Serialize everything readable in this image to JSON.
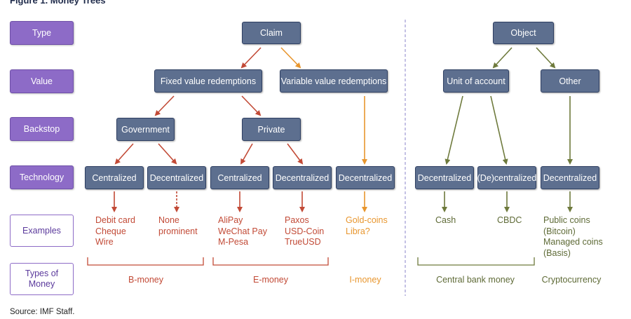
{
  "title": "Figure 1. Money Trees",
  "source": "Source: IMF Staff.",
  "row_labels": {
    "type": "Type",
    "value": "Value",
    "backstop": "Backstop",
    "technology": "Technology",
    "examples": "Examples",
    "types_of_money": "Types of\nMoney"
  },
  "nodes": {
    "claim": "Claim",
    "object": "Object",
    "fixed_value": "Fixed value redemptions",
    "variable_value": "Variable value redemptions",
    "unit_of_account": "Unit of account",
    "other": "Other",
    "government": "Government",
    "private": "Private",
    "tech_gov_centralized": "Centralized",
    "tech_gov_decentralized": "Decentralized",
    "tech_priv_centralized": "Centralized",
    "tech_priv_decentralized": "Decentralized",
    "tech_var_decentralized": "Decentralized",
    "tech_uoa_decentralized": "Decentralized",
    "tech_uoa_decentralized2": "(De)centralized",
    "tech_other_decentralized": "Decentralized"
  },
  "examples": {
    "gov_centralized": "Debit card\nCheque\nWire",
    "gov_decentralized": "None\nprominent",
    "priv_centralized": "AliPay\nWeChat Pay\nM-Pesa",
    "priv_decentralized": "Paxos\nUSD-Coin\nTrueUSD",
    "var_decentralized": "Gold-coins\nLibra?",
    "uoa_decentralized": "Cash",
    "uoa_decentralized2": "CBDC",
    "other_decentralized": "Public coins\n(Bitcoin)\nManaged coins\n(Basis)"
  },
  "money_types": {
    "b_money": "B-money",
    "e_money": "E-money",
    "i_money": "I-money",
    "central_bank_money": "Central bank money",
    "cryptocurrency": "Cryptocurrency"
  },
  "colors": {
    "red": "#c24a36",
    "orange": "#e8962e",
    "green": "#6e7a3c",
    "node_fill": "#5d6f8f",
    "label_fill": "#8d6bc7",
    "divider": "#8a83c9"
  }
}
